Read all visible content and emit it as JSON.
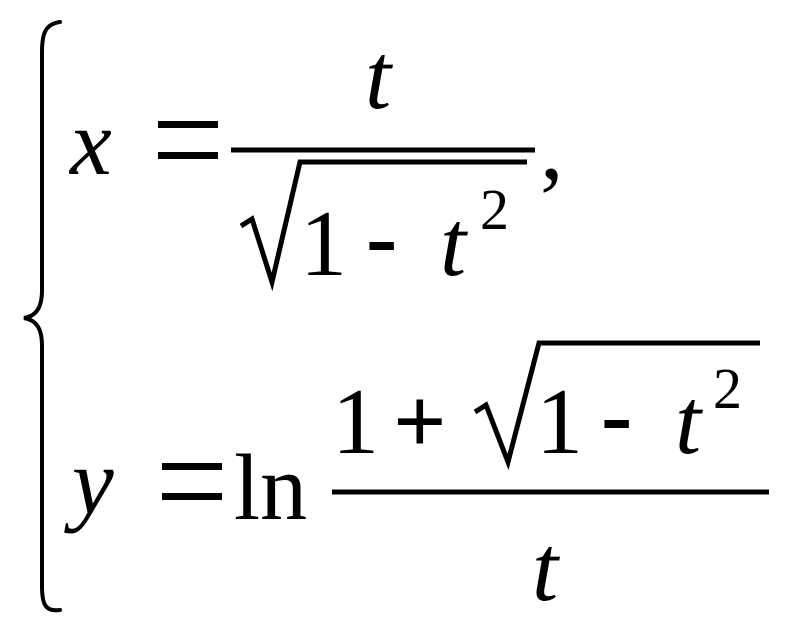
{
  "system": {
    "brace": "{",
    "equation_x": {
      "lhs": "x",
      "equals": "=",
      "numerator": "t",
      "radical_symbol": "√",
      "radicand_one": "1",
      "radicand_minus": "-",
      "radicand_var": "t",
      "radicand_exp": "2",
      "comma": ","
    },
    "equation_y": {
      "lhs": "y",
      "equals": "=",
      "function": "ln",
      "numerator_one": "1",
      "numerator_plus": "+",
      "radical_symbol": "√",
      "radicand_one": "1",
      "radicand_minus": "-",
      "radicand_var": "t",
      "radicand_exp": "2",
      "denominator": "t"
    }
  }
}
